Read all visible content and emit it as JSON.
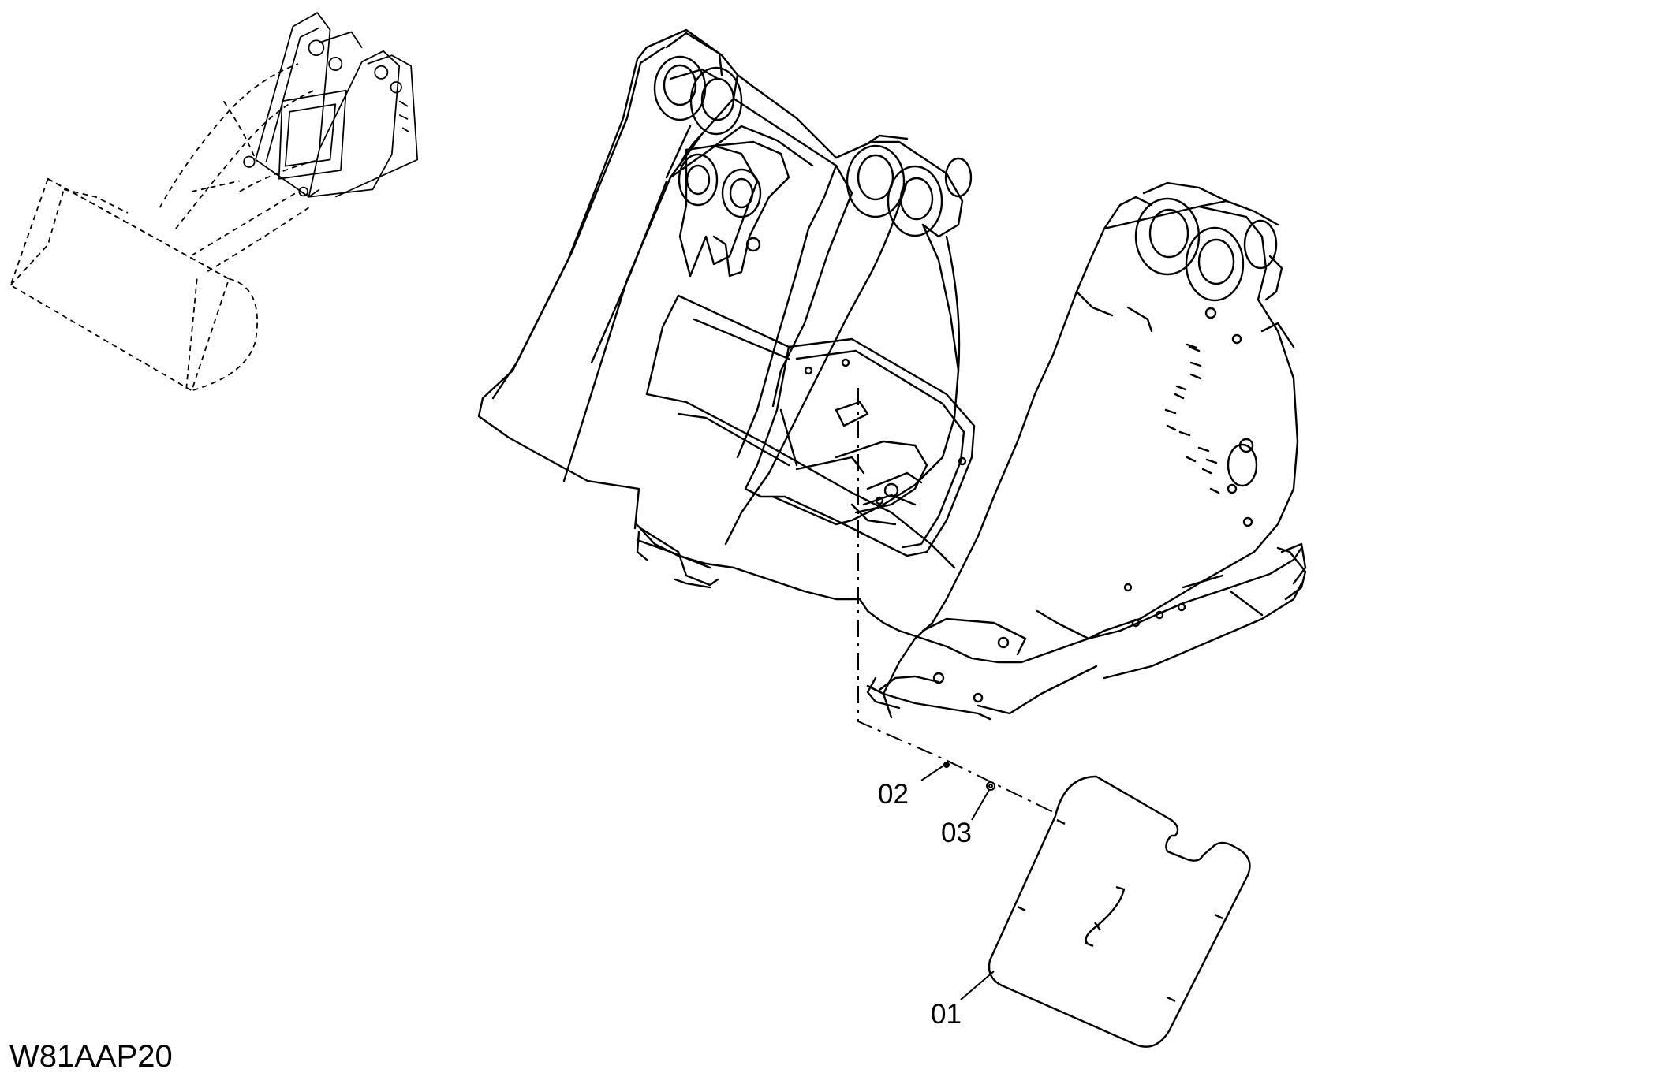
{
  "drawing_id": "W81AAP20",
  "callouts": {
    "part_01": "01",
    "part_02": "02",
    "part_03": "03"
  },
  "colors": {
    "line": "#000000",
    "background": "#ffffff"
  }
}
